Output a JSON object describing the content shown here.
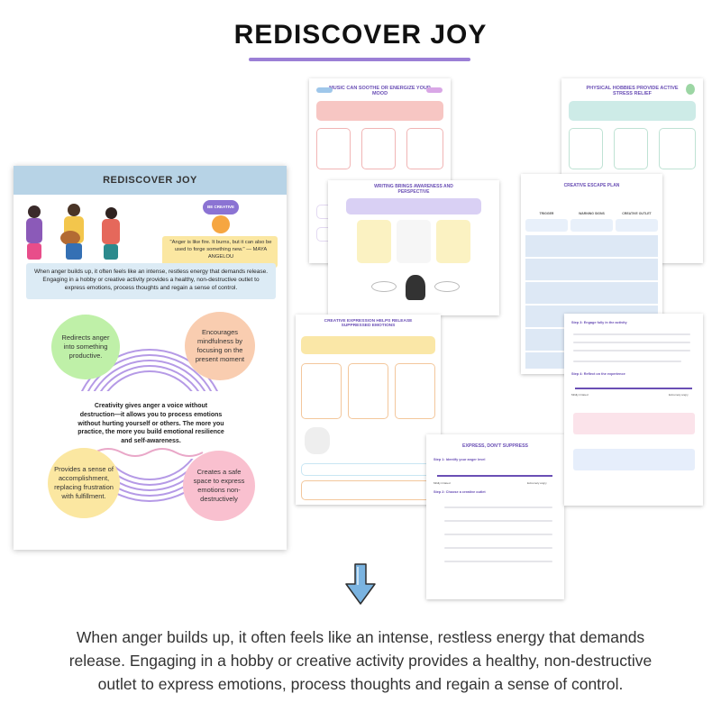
{
  "header": {
    "title": "REDISCOVER JOY"
  },
  "main_page": {
    "title": "REDISCOVER JOY",
    "badge": "BE CREATIVE",
    "quote": "\"Anger is like fire. It burns, but it can also be used to forge something new.\" — MAYA ANGELOU",
    "intro": "When anger builds up, it often feels like an intense, restless energy that demands release. Engaging in a hobby or creative activity provides a healthy, non-destructive outlet to express emotions, process thoughts and regain a sense of control.",
    "blobs": [
      "Redirects anger into something productive.",
      "Encourages mindfulness by focusing on the present moment",
      "Provides a sense of accomplishment, replacing frustration with fulfillment.",
      "Creates a safe space to express emotions non-destructively"
    ],
    "center_text": "Creativity gives anger a voice without destruction—it allows you to process emotions without hurting yourself or others. The more you practice, the more you build emotional resilience and self-awareness."
  },
  "thumb_pages": {
    "music": {
      "title": "MUSIC CAN SOOTHE OR ENERGIZE YOUR MOOD"
    },
    "physical": {
      "title": "PHYSICAL HOBBIES PROVIDE ACTIVE STRESS RELIEF"
    },
    "writing": {
      "title": "WRITING BRINGS AWARENESS AND PERSPECTIVE"
    },
    "escape": {
      "title": "CREATIVE ESCAPE PLAN",
      "columns": [
        "TRIGGER",
        "WARNING SIGNS",
        "CREATIVE OUTLET"
      ]
    },
    "expression": {
      "title": "CREATIVE EXPRESSION HELPS RELEASE SUPPRESSED EMOTIONS"
    },
    "express": {
      "title": "EXPRESS, DON'T SUPPRESS",
      "step1": "Step 1: Identify your anger level",
      "step2": "Step 2: Choose a creative outlet",
      "scale_left": "Mildly irritated",
      "scale_right": "Extremely angry"
    },
    "steps": {
      "step3": "Step 3: Engage fully in the activity",
      "step4": "Step 4: Reflect on the experience",
      "scale_left": "Mildly irritated",
      "scale_right": "Extremely angry"
    }
  },
  "caption": "When anger builds up, it often feels like an intense, restless energy that demands release. Engaging in a hobby or creative activity provides a healthy, non-destructive outlet to express emotions, process thoughts and regain a sense of control.",
  "colors": {
    "accent": "#9b7fd6",
    "header_bar": "#b7d3e6",
    "blob_green": "#bff0a8",
    "blob_peach": "#f9cdb0",
    "blob_yellow": "#fbe7a1",
    "blob_pink": "#f9c0cf",
    "arrow_blue": "#7ab3e0"
  }
}
